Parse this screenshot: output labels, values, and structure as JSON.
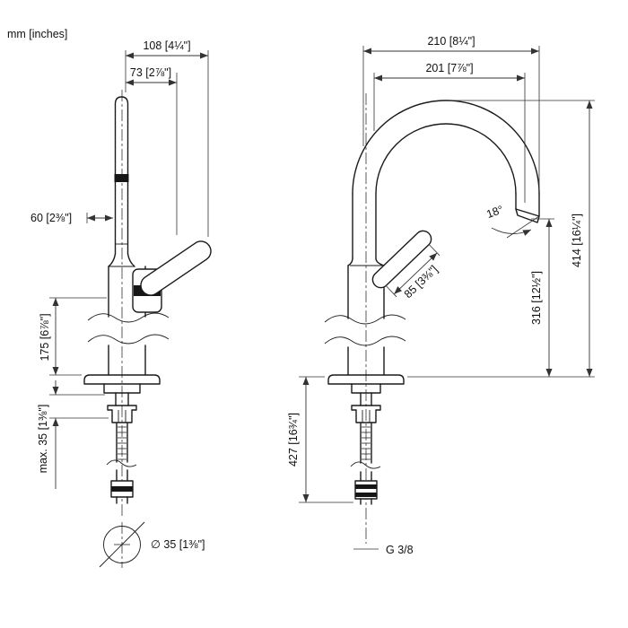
{
  "meta": {
    "units_note": "mm [inches]"
  },
  "left_view": {
    "dims": {
      "d108": "108 [4¼\"]",
      "d73": "73 [2⅞\"]",
      "d60": "60 [2⅜\"]",
      "d175": "175 [6⅞\"]",
      "dmax35": "max. 35 [1⅜\"]",
      "dhole": "∅ 35 [1⅜\"]"
    }
  },
  "right_view": {
    "dims": {
      "d210": "210 [8¼\"]",
      "d201": "201 [7⅞\"]",
      "d414": "414 [16¼\"]",
      "d316": "316 [12½\"]",
      "d427": "427 [16¾\"]",
      "d85": "85 [3⅜\"]",
      "dangle": "18°",
      "dthread": "G 3/8"
    }
  },
  "colors": {
    "line": "#1a1a1a",
    "dimension": "#333333",
    "background": "#ffffff"
  }
}
